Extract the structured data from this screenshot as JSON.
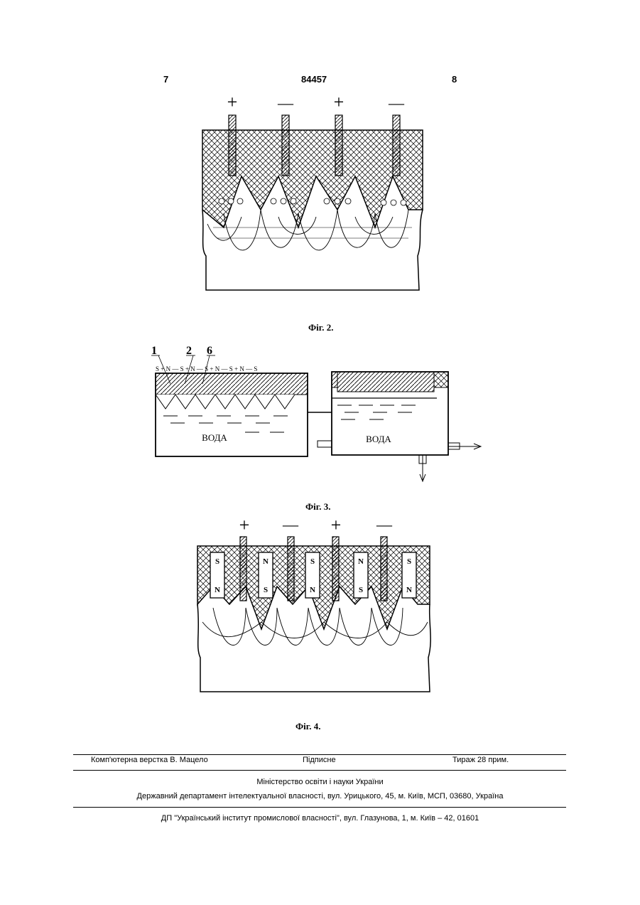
{
  "header": {
    "left_page": "7",
    "patent_number": "84457",
    "right_page": "8"
  },
  "fig2": {
    "caption": "Фіг. 2.",
    "electrode_signs": [
      "+",
      "—",
      "+",
      "—"
    ]
  },
  "fig3": {
    "caption": "Фіг. 3.",
    "ref_numbers": [
      "1",
      "2",
      "6"
    ],
    "left_label": "ВОДА",
    "right_label": "ВОДА"
  },
  "fig4": {
    "caption": "Фіг. 4.",
    "electrode_signs": [
      "+",
      "—",
      "+",
      "—"
    ],
    "magnets": [
      {
        "top": "S",
        "bottom": "N"
      },
      {
        "top": "N",
        "bottom": "S"
      },
      {
        "top": "S",
        "bottom": "N"
      },
      {
        "top": "N",
        "bottom": "S"
      },
      {
        "top": "S",
        "bottom": "N"
      }
    ]
  },
  "footer": {
    "layout": "Комп'ютерна верстка В. Мацело",
    "signed": "Підписне",
    "circulation": "Тираж 28 прим.",
    "ministry": "Міністерство освіти і науки України",
    "department": "Державний департамент інтелектуальної власності, вул. Урицького, 45, м. Київ, МСП, 03680, Україна",
    "institute": "ДП \"Український інститут промислової власності\", вул. Глазунова, 1, м. Київ – 42, 01601"
  }
}
